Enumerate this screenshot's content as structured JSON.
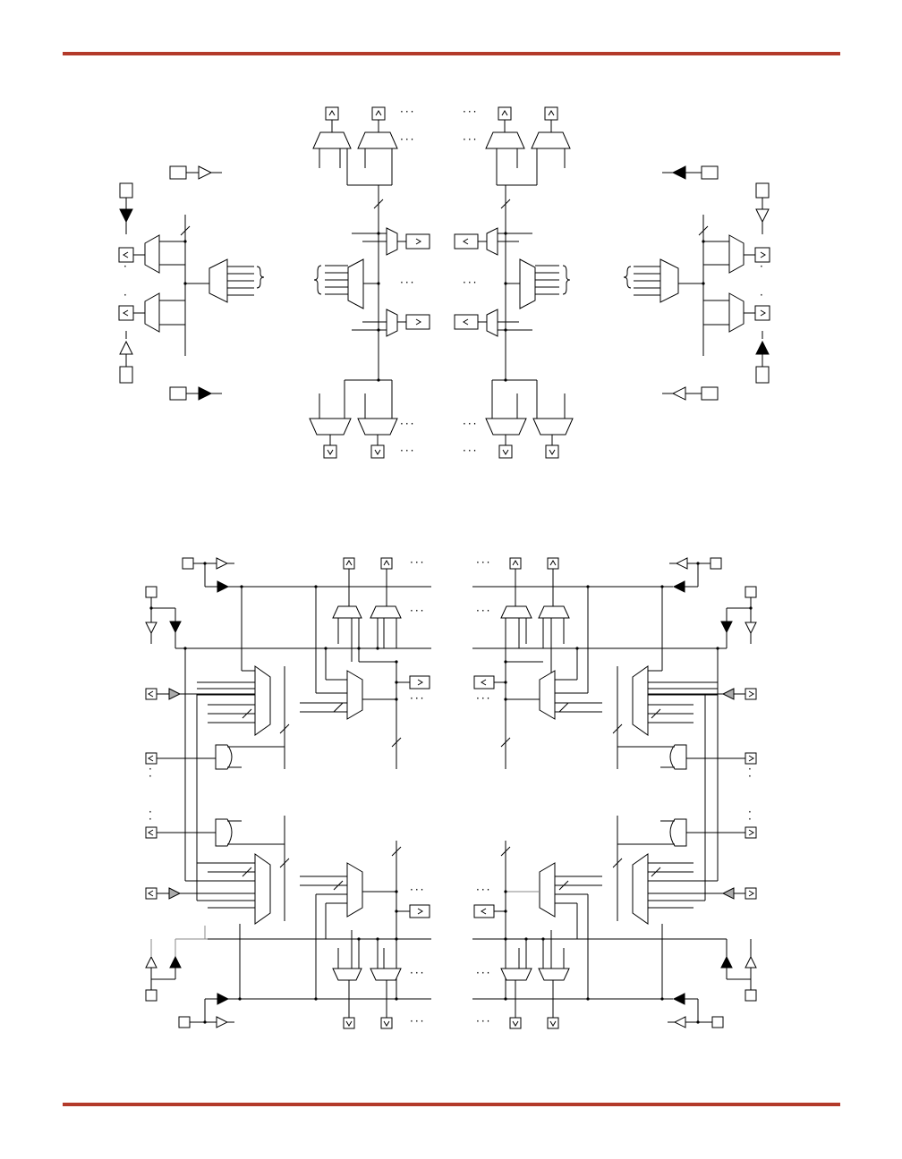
{
  "colors": {
    "rule": "#b33a2a",
    "wire": "#000000",
    "gray_signal": "#999999",
    "driver_filled": "#000000",
    "driver_gray": "#aaaaaa",
    "driver_open": "#ffffff"
  },
  "header": {
    "rule_color": "#b33a2a"
  },
  "footer": {
    "rule_color": "#b33a2a"
  },
  "figures": [
    {
      "id": "top-routing-diagram",
      "icons": [
        "pin-box-icon",
        "buffer-triangle-icon",
        "mux-trapezoid-icon",
        "ellipsis-dots"
      ]
    },
    {
      "id": "bottom-routing-diagram",
      "icons": [
        "pin-box-icon",
        "buffer-triangle-icon",
        "mux-trapezoid-icon",
        "ellipsis-dots"
      ]
    }
  ]
}
